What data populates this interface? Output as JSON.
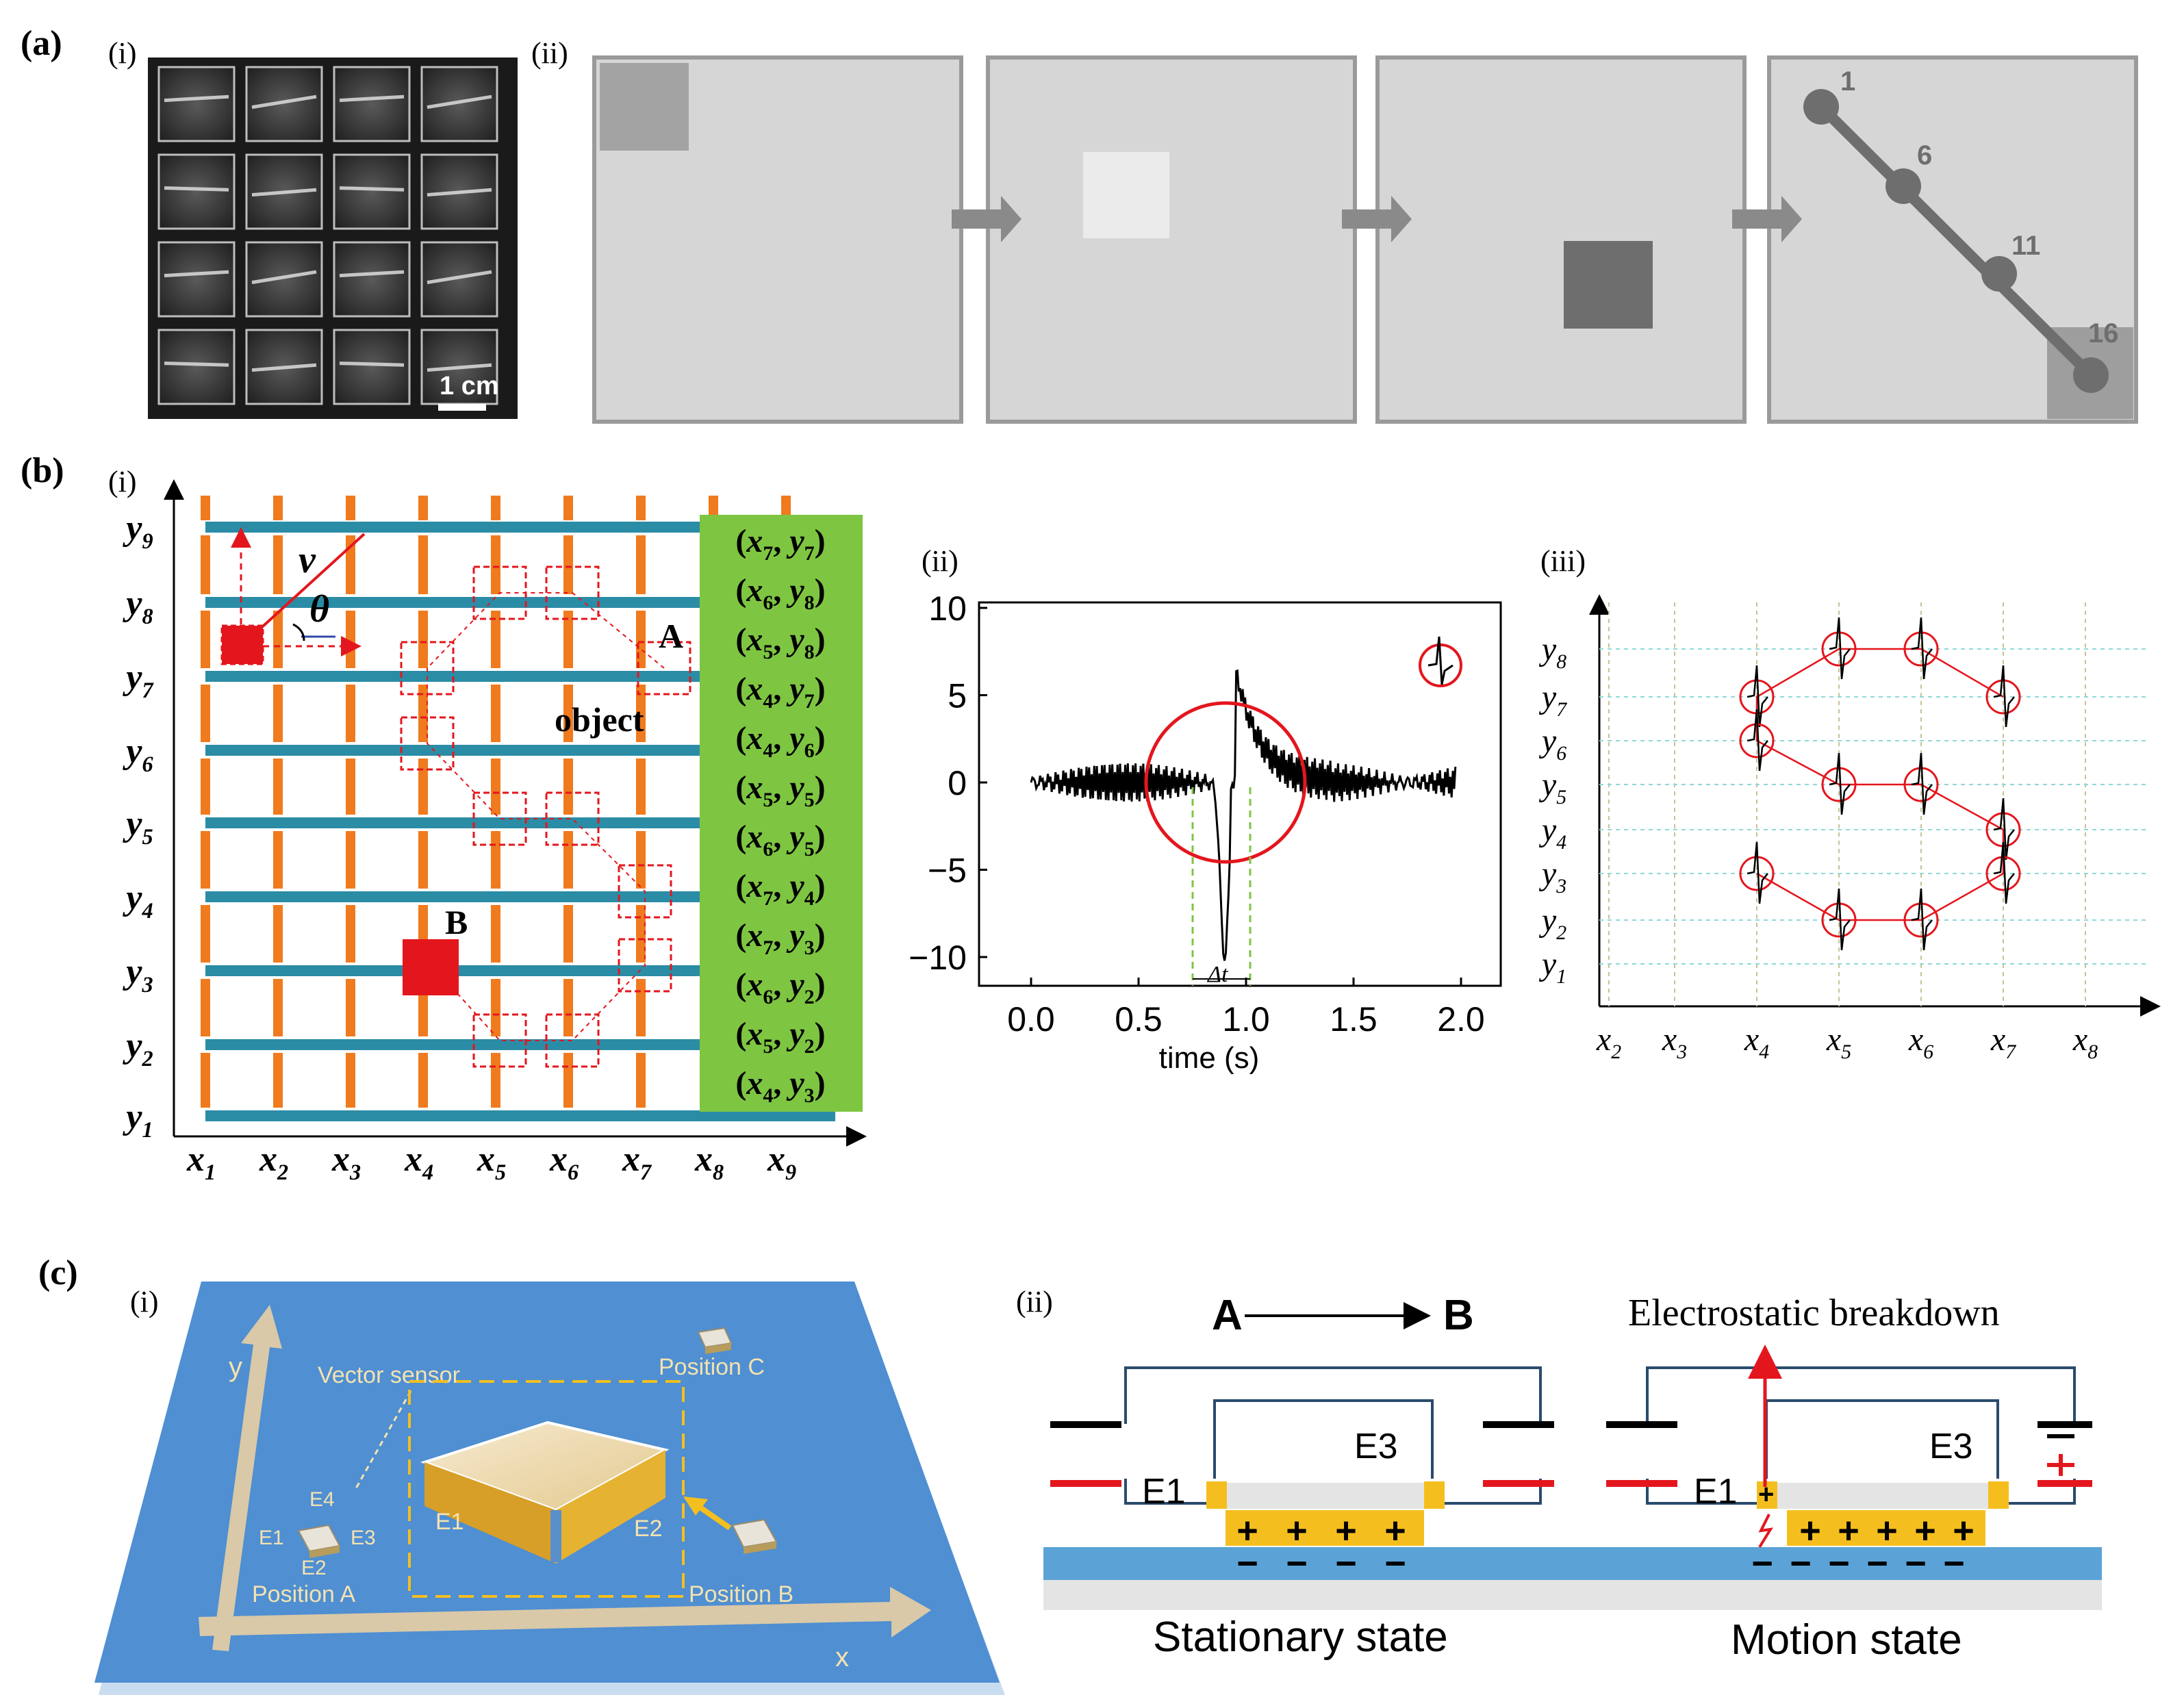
{
  "panel_a": {
    "label": "(a)",
    "sub_i": "(i)",
    "sub_ii": "(ii)",
    "scale_bar": "1 cm",
    "track_labels": [
      "1",
      "6",
      "11",
      "16"
    ]
  },
  "panel_b": {
    "label": "(b)",
    "sub_i": "(i)",
    "sub_ii": "(ii)",
    "sub_iii": "(iii)",
    "grid": {
      "x_labels": [
        {
          "base": "x",
          "sub": "1"
        },
        {
          "base": "x",
          "sub": "2"
        },
        {
          "base": "x",
          "sub": "3"
        },
        {
          "base": "x",
          "sub": "4"
        },
        {
          "base": "x",
          "sub": "5"
        },
        {
          "base": "x",
          "sub": "6"
        },
        {
          "base": "x",
          "sub": "7"
        },
        {
          "base": "x",
          "sub": "8"
        },
        {
          "base": "x",
          "sub": "9"
        }
      ],
      "y_labels": [
        {
          "base": "y",
          "sub": "9"
        },
        {
          "base": "y",
          "sub": "8"
        },
        {
          "base": "y",
          "sub": "7"
        },
        {
          "base": "y",
          "sub": "6"
        },
        {
          "base": "y",
          "sub": "5"
        },
        {
          "base": "y",
          "sub": "4"
        },
        {
          "base": "y",
          "sub": "3"
        },
        {
          "base": "y",
          "sub": "2"
        },
        {
          "base": "y",
          "sub": "1"
        }
      ],
      "velocity_label": "v",
      "angle_label": "θ",
      "point_a": "A",
      "point_b": "B",
      "object_label": "object",
      "coordinates": [
        {
          "x": "7",
          "y": "7"
        },
        {
          "x": "6",
          "y": "8"
        },
        {
          "x": "5",
          "y": "8"
        },
        {
          "x": "4",
          "y": "7"
        },
        {
          "x": "4",
          "y": "6"
        },
        {
          "x": "5",
          "y": "5"
        },
        {
          "x": "6",
          "y": "5"
        },
        {
          "x": "7",
          "y": "4"
        },
        {
          "x": "7",
          "y": "3"
        },
        {
          "x": "6",
          "y": "2"
        },
        {
          "x": "5",
          "y": "2"
        },
        {
          "x": "4",
          "y": "3"
        }
      ]
    },
    "signal": {
      "xlabel": "time (s)",
      "x_ticks": [
        "0.0",
        "0.5",
        "1.0",
        "1.5",
        "2.0"
      ],
      "y_ticks": [
        "10",
        "5",
        "0",
        "−5",
        "−10"
      ],
      "delta_label": "Δt"
    },
    "trajectory": {
      "x_labels": [
        {
          "base": "x",
          "sub": "2"
        },
        {
          "base": "x",
          "sub": "3"
        },
        {
          "base": "x",
          "sub": "4"
        },
        {
          "base": "x",
          "sub": "5"
        },
        {
          "base": "x",
          "sub": "6"
        },
        {
          "base": "x",
          "sub": "7"
        },
        {
          "base": "x",
          "sub": "8"
        }
      ],
      "y_labels": [
        {
          "base": "y",
          "sub": "8"
        },
        {
          "base": "y",
          "sub": "7"
        },
        {
          "base": "y",
          "sub": "6"
        },
        {
          "base": "y",
          "sub": "5"
        },
        {
          "base": "y",
          "sub": "4"
        },
        {
          "base": "y",
          "sub": "3"
        },
        {
          "base": "y",
          "sub": "2"
        },
        {
          "base": "y",
          "sub": "1"
        }
      ]
    }
  },
  "panel_c": {
    "label": "(c)",
    "sub_i": "(i)",
    "sub_ii": "(ii)",
    "scene": {
      "axis_x": "x",
      "axis_y": "y",
      "vector_sensor": "Vector sensor",
      "position_a": "Position A",
      "position_b": "Position B",
      "position_c": "Position C",
      "e1": "E1",
      "e2": "E2",
      "e3": "E3",
      "e4": "E4"
    },
    "circuit": {
      "a": "A",
      "b": "B",
      "breakdown": "Electrostatic breakdown",
      "e1": "E1",
      "e3": "E3",
      "stationary": "Stationary state",
      "motion": "Motion  state",
      "plus": "+",
      "minus": "−"
    }
  },
  "colors": {
    "orange": "#f07a1e",
    "teal": "#2b8ca6",
    "green": "#7ec542",
    "red": "#e4161d",
    "blue": "#4f8fd2",
    "gold": "#f4bf1e"
  }
}
